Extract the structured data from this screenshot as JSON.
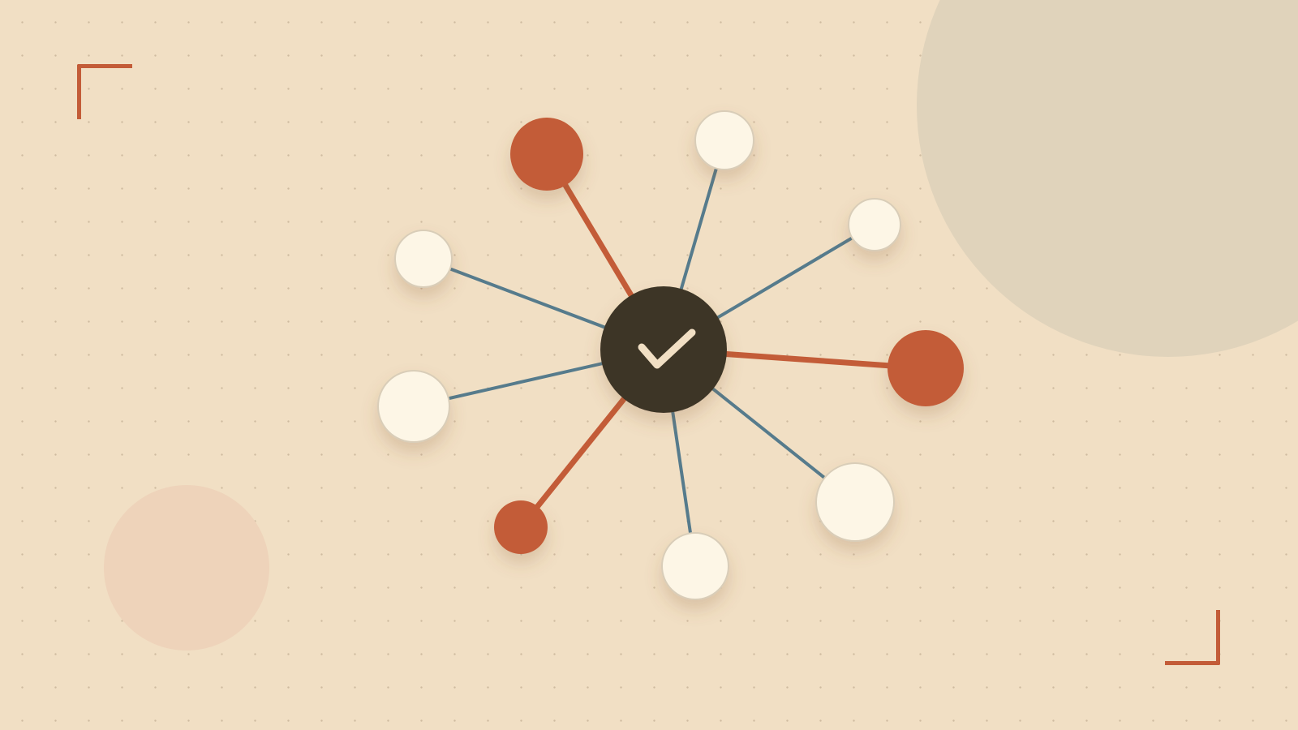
{
  "canvas": {
    "background": "#f1dfc4",
    "dot_grid": "#8a6f55"
  },
  "decorations": {
    "large_blob_color": "#e0d3bb",
    "small_blob_color": "#eed3ba",
    "corner_bracket_color": "#c35c38"
  },
  "hub": {
    "fill": "#3d3528",
    "icon": "checkmark-icon",
    "icon_color": "#f1dfc4"
  },
  "palette": {
    "accent": "#c35c38",
    "neutral_node": "#fdf6e6",
    "neutral_link": "#567b8c"
  },
  "nodes": [
    {
      "id": "top-left-accent",
      "kind": "accent"
    },
    {
      "id": "top",
      "kind": "neutral"
    },
    {
      "id": "upper-right",
      "kind": "neutral"
    },
    {
      "id": "right-accent",
      "kind": "accent"
    },
    {
      "id": "lower-right",
      "kind": "neutral"
    },
    {
      "id": "bottom",
      "kind": "neutral"
    },
    {
      "id": "bottom-left-accent",
      "kind": "accent"
    },
    {
      "id": "left",
      "kind": "neutral"
    },
    {
      "id": "upper-left",
      "kind": "neutral"
    }
  ]
}
